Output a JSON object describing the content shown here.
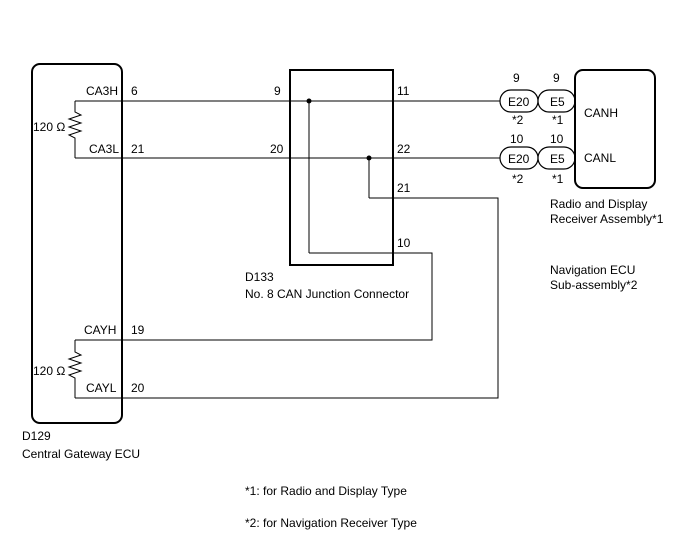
{
  "gateway": {
    "id": "D129",
    "name": "Central Gateway ECU",
    "resistor_top": "120 Ω",
    "resistor_bottom": "120 Ω",
    "pins": {
      "ca3h": {
        "name": "CA3H",
        "num": "6"
      },
      "ca3l": {
        "name": "CA3L",
        "num": "21"
      },
      "cayh": {
        "name": "CAYH",
        "num": "19"
      },
      "cayl": {
        "name": "CAYL",
        "num": "20"
      }
    }
  },
  "junction": {
    "id": "D133",
    "name": "No. 8 CAN Junction Connector",
    "pins": {
      "p9": "9",
      "p20": "20",
      "p11": "11",
      "p22": "22",
      "p21": "21",
      "p10": "10"
    }
  },
  "connectors": {
    "upper": {
      "left": "E20",
      "right": "E5",
      "left_pin": "9",
      "right_pin": "9",
      "left_note": "*2",
      "right_note": "*1"
    },
    "lower": {
      "left": "E20",
      "right": "E5",
      "left_pin": "10",
      "right_pin": "10",
      "left_note": "*2",
      "right_note": "*1"
    }
  },
  "receiver": {
    "canh": "CANH",
    "canl": "CANL",
    "name_line1": "Radio and Display",
    "name_line2": "Receiver Assembly*1",
    "alt_line1": "Navigation ECU",
    "alt_line2": "Sub-assembly*2"
  },
  "notes": {
    "n1": "*1: for Radio and Display Type",
    "n2": "*2: for Navigation Receiver Type"
  }
}
